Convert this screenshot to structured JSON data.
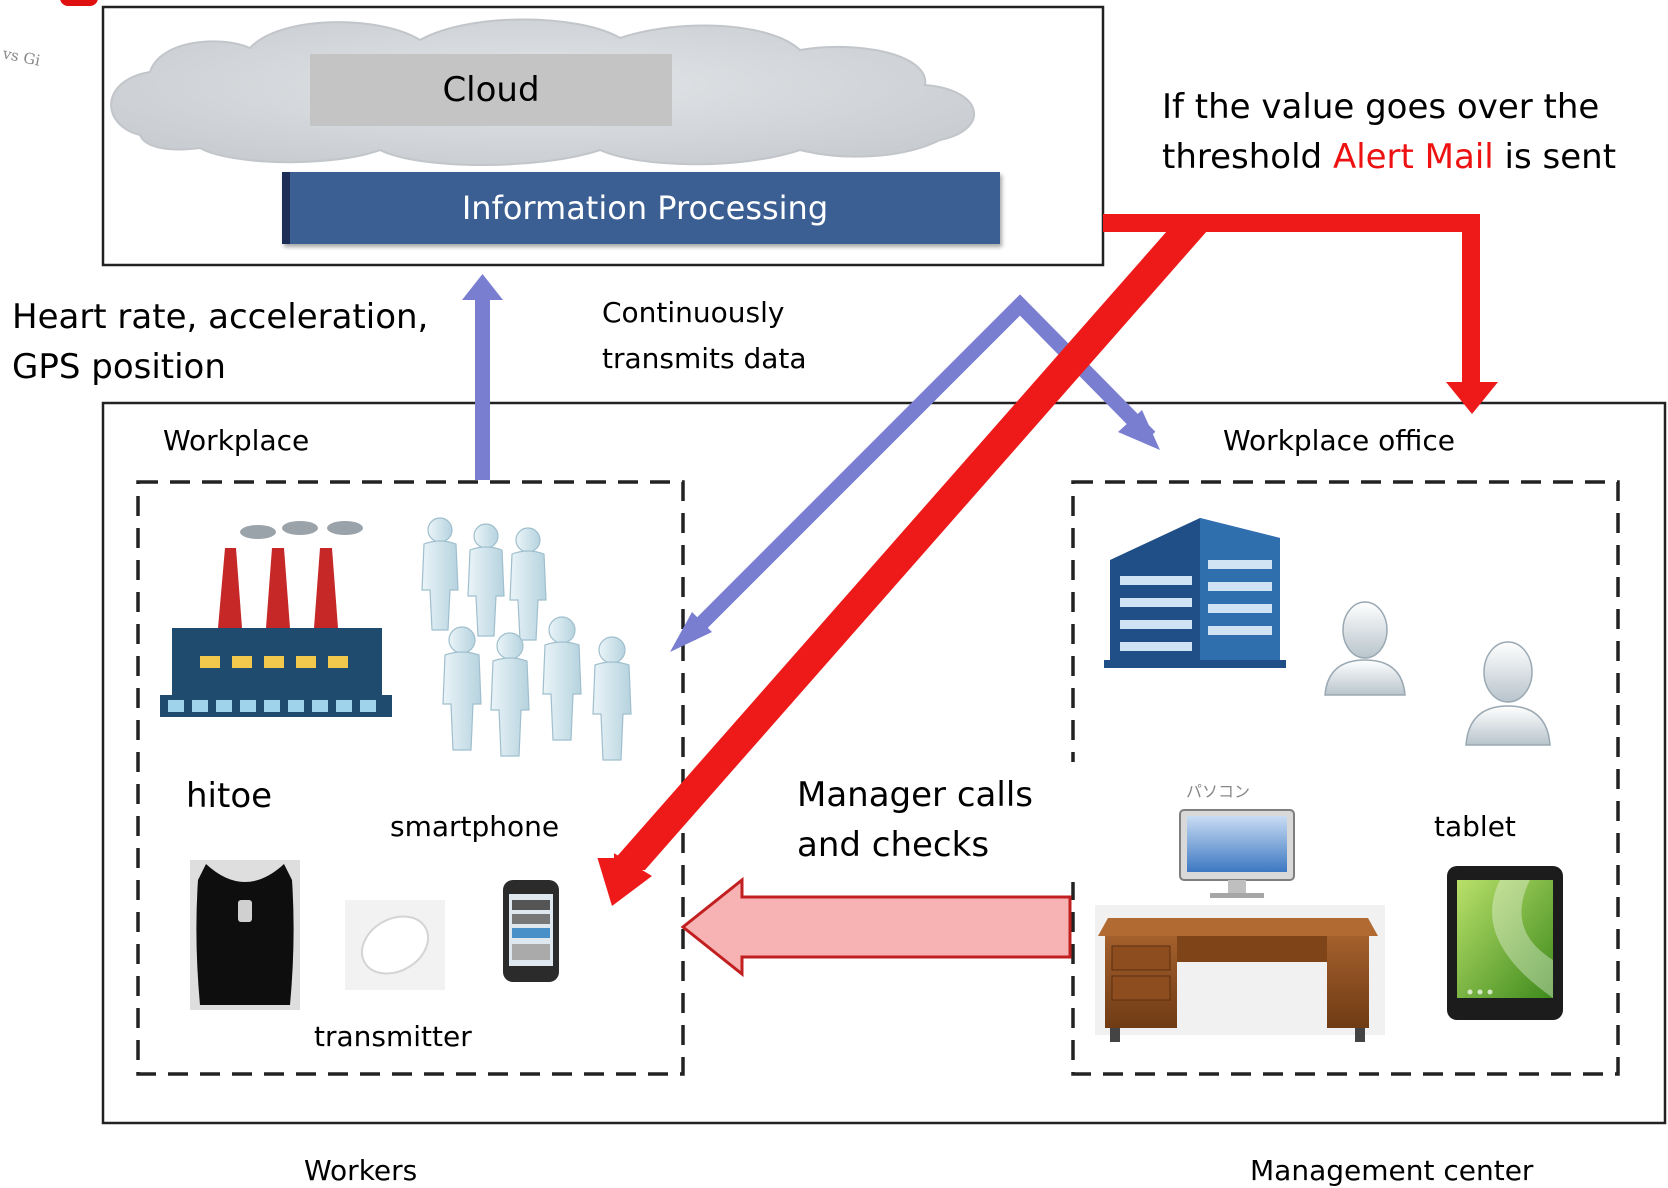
{
  "cloud": {
    "label": "Cloud",
    "processing": "Information Processing"
  },
  "alert_note": {
    "line1": "If the value goes over the",
    "line2_pre": "threshold ",
    "line2_highlight": "Alert Mail",
    "line2_post": " is sent"
  },
  "sensor_note": {
    "line1": "Heart rate, acceleration,",
    "line2": "GPS position"
  },
  "transmit_note": {
    "line1": "Continuously",
    "line2": "transmits data"
  },
  "workplace": {
    "title": "Workplace",
    "hitoe": "hitoe",
    "smartphone": "smartphone",
    "transmitter": "transmitter",
    "caption": "Workers"
  },
  "office": {
    "title": "Workplace office",
    "tablet": "tablet",
    "pc_jp": "パソコン",
    "caption": "Management center"
  },
  "manager_note": {
    "line1": "Manager calls",
    "line2": "and checks"
  },
  "colors": {
    "blue_arrow": "#7a7ed0",
    "red_arrow": "#ee1a1a",
    "pink_arrow": "#f7b3b3",
    "bar": "#3b5f93"
  }
}
